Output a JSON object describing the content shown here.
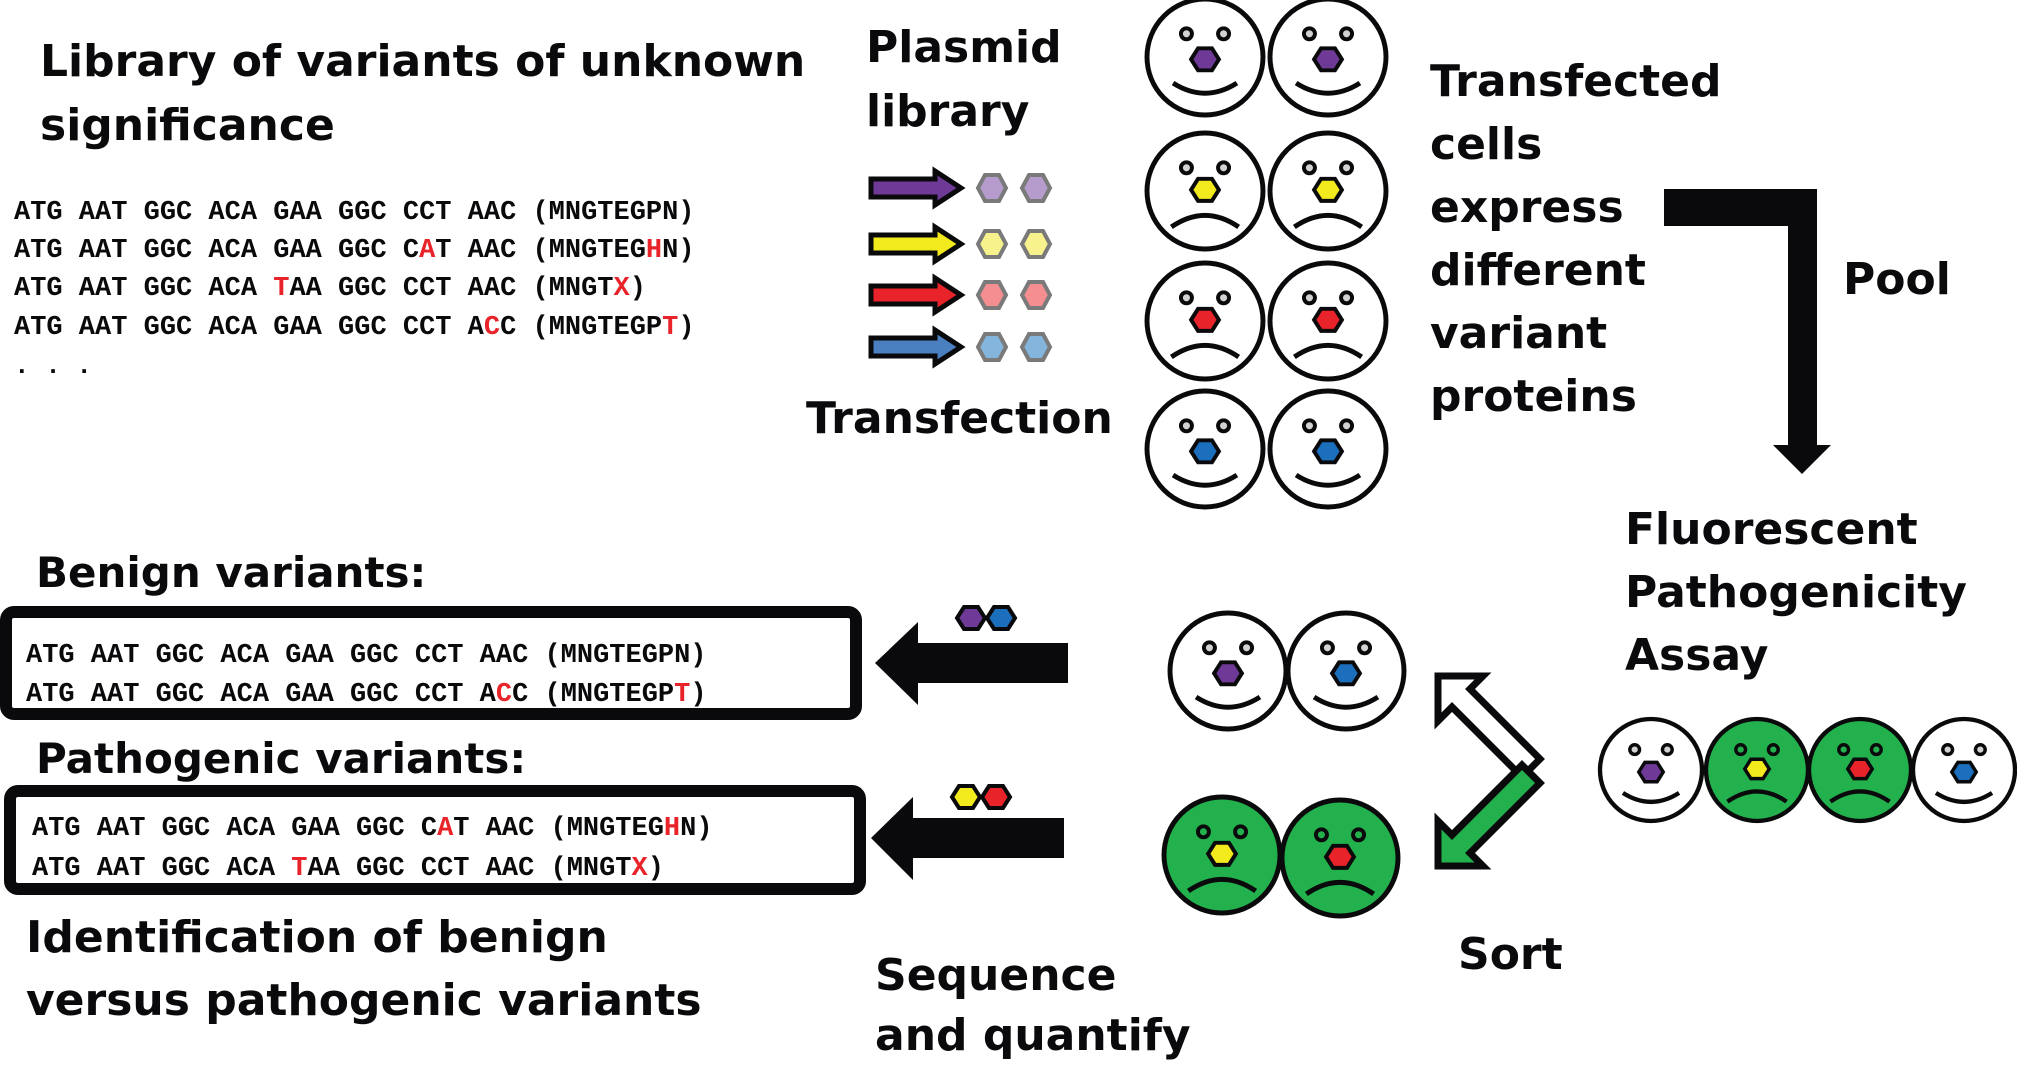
{
  "colors": {
    "ink": "#0a0a0c",
    "highlight": "#e8232a",
    "green": "#22b14c",
    "eye": "#d3d3d3",
    "purple": "#6f3a97",
    "yellow": "#f2ea1c",
    "red": "#e8232a",
    "blue": "#1b6fbd",
    "arrow_purple": "#6f3a97",
    "arrow_yellow": "#f2ea1c",
    "arrow_red": "#e8232a",
    "arrow_blue": "#4a7fc0",
    "light_purple": "#b59ccc",
    "light_yellow": "#f7f28c",
    "light_red": "#f48e91",
    "light_blue": "#84b5dd"
  },
  "library": {
    "title_lines": [
      "Library of variants of unknown",
      "significance"
    ],
    "rows": [
      {
        "segments": [
          {
            "t": "ATG AAT GGC ACA GAA GGC CCT AAC (MNGTEGPN)",
            "hl": false
          }
        ]
      },
      {
        "segments": [
          {
            "t": "ATG AAT GGC ACA GAA GGC C",
            "hl": false
          },
          {
            "t": "A",
            "hl": true
          },
          {
            "t": "T AAC (MNGTEG",
            "hl": false
          },
          {
            "t": "H",
            "hl": true
          },
          {
            "t": "N)",
            "hl": false
          }
        ]
      },
      {
        "segments": [
          {
            "t": "ATG AAT GGC ACA ",
            "hl": false
          },
          {
            "t": "T",
            "hl": true
          },
          {
            "t": "AA GGC CCT AAC (MNGT",
            "hl": false
          },
          {
            "t": "X",
            "hl": true
          },
          {
            "t": ")",
            "hl": false
          }
        ]
      },
      {
        "segments": [
          {
            "t": "ATG AAT GGC ACA GAA GGC CCT A",
            "hl": false
          },
          {
            "t": "C",
            "hl": true
          },
          {
            "t": "C (MNGTEGP",
            "hl": false
          },
          {
            "t": "T",
            "hl": true
          },
          {
            "t": ")",
            "hl": false
          }
        ]
      }
    ],
    "ellipsis": ". . ."
  },
  "plasmid": {
    "title_lines": [
      "Plasmid",
      "library"
    ],
    "variants": [
      {
        "name": "purple",
        "arrow": "arrow_purple",
        "hex": "light_purple"
      },
      {
        "name": "yellow",
        "arrow": "arrow_yellow",
        "hex": "light_yellow"
      },
      {
        "name": "red",
        "arrow": "arrow_red",
        "hex": "light_red"
      },
      {
        "name": "blue",
        "arrow": "arrow_blue",
        "hex": "light_blue"
      }
    ],
    "step_label": "Transfection"
  },
  "transfected": {
    "rows": [
      {
        "nose": "purple",
        "mood": "happy"
      },
      {
        "nose": "yellow",
        "mood": "sad"
      },
      {
        "nose": "red",
        "mood": "sad"
      },
      {
        "nose": "blue",
        "mood": "happy"
      }
    ],
    "label_lines": [
      "Transfected",
      "cells",
      "express",
      "different",
      "variant",
      "proteins"
    ]
  },
  "pool": {
    "label": "Pool"
  },
  "assay": {
    "title_lines": [
      "Fluorescent",
      "Pathogenicity",
      "Assay"
    ],
    "cells": [
      {
        "nose": "purple",
        "mood": "happy",
        "fluorescent": false
      },
      {
        "nose": "yellow",
        "mood": "sad",
        "fluorescent": true
      },
      {
        "nose": "red",
        "mood": "sad",
        "fluorescent": true
      },
      {
        "nose": "blue",
        "mood": "happy",
        "fluorescent": false
      }
    ]
  },
  "sort": {
    "label": "Sort",
    "benign_cells": [
      {
        "nose": "purple",
        "mood": "happy",
        "fluorescent": false
      },
      {
        "nose": "blue",
        "mood": "happy",
        "fluorescent": false
      }
    ],
    "pathogenic_cells": [
      {
        "nose": "yellow",
        "mood": "sad",
        "fluorescent": true
      },
      {
        "nose": "red",
        "mood": "sad",
        "fluorescent": true
      }
    ]
  },
  "sequence": {
    "label_lines": [
      "Sequence",
      "and quantify"
    ],
    "benign_hexes": [
      "purple",
      "blue"
    ],
    "pathogenic_hexes": [
      "yellow",
      "red"
    ]
  },
  "results": {
    "benign_label": "Benign variants:",
    "benign_rows": [
      {
        "segments": [
          {
            "t": "ATG AAT GGC ACA GAA GGC CCT AAC (MNGTEGPN)",
            "hl": false
          }
        ]
      },
      {
        "segments": [
          {
            "t": "ATG AAT GGC ACA GAA GGC CCT A",
            "hl": false
          },
          {
            "t": "C",
            "hl": true
          },
          {
            "t": "C (MNGTEGP",
            "hl": false
          },
          {
            "t": "T",
            "hl": true
          },
          {
            "t": ")",
            "hl": false
          }
        ]
      }
    ],
    "pathogenic_label": "Pathogenic variants:",
    "pathogenic_rows": [
      {
        "segments": [
          {
            "t": "ATG AAT GGC ACA GAA GGC C",
            "hl": false
          },
          {
            "t": "A",
            "hl": true
          },
          {
            "t": "T AAC (MNGTEG",
            "hl": false
          },
          {
            "t": "H",
            "hl": true
          },
          {
            "t": "N)",
            "hl": false
          }
        ]
      },
      {
        "segments": [
          {
            "t": "ATG AAT GGC ACA ",
            "hl": false
          },
          {
            "t": "T",
            "hl": true
          },
          {
            "t": "AA GGC CCT AAC (MNGT",
            "hl": false
          },
          {
            "t": "X",
            "hl": true
          },
          {
            "t": ")",
            "hl": false
          }
        ]
      }
    ],
    "conclusion_lines": [
      "Identification  of benign",
      "versus pathogenic  variants"
    ]
  }
}
